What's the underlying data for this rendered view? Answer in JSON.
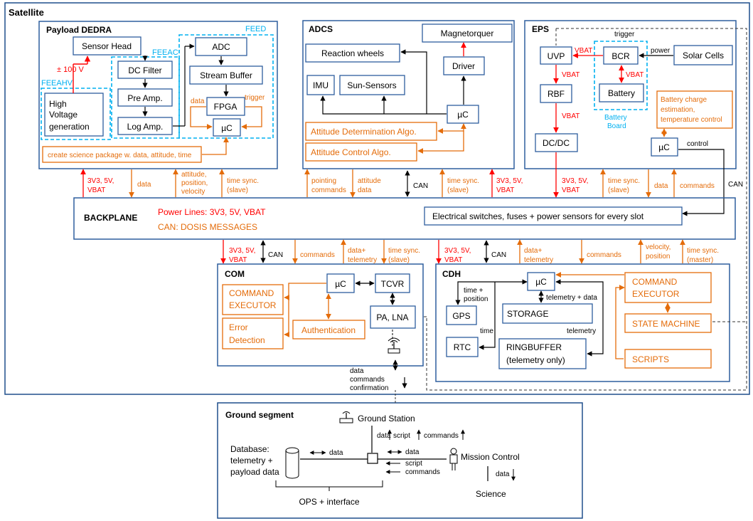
{
  "colors": {
    "frame": "#1f4e8c",
    "box": "#2e5e9e",
    "orange": "#e46c0a",
    "red": "#ff0000",
    "cyan": "#00b0f0",
    "black": "#000000"
  },
  "satellite": {
    "title": "Satellite"
  },
  "dedra": {
    "title": "Payload DEDRA",
    "feed": "FEED",
    "feeac": "FEEAC",
    "feeahv": "FEEAHV",
    "sensor_head": "Sensor Head",
    "hv_line1": "High",
    "hv_line2": "Voltage",
    "hv_line3": "generation",
    "hv_voltage": "± 100 V",
    "dc_filter": "DC Filter",
    "pre_amp": "Pre Amp.",
    "log_amp": "Log Amp.",
    "adc": "ADC",
    "stream_buffer": "Stream Buffer",
    "fpga": "FPGA",
    "uc": "µC",
    "data": "data",
    "trigger": "trigger",
    "science_package": "create science package w. data, attitude, time"
  },
  "adcs": {
    "title": "ADCS",
    "magnetorquer": "Magnetorquer",
    "reaction_wheels": "Reaction wheels",
    "driver": "Driver",
    "imu": "IMU",
    "sun_sensors": "Sun-Sensors",
    "uc": "µC",
    "determination": "Attitude Determination Algo.",
    "control": "Attitude Control Algo."
  },
  "eps": {
    "title": "EPS",
    "trigger": "trigger",
    "uvp": "UVP",
    "bcr": "BCR",
    "solar_cells": "Solar Cells",
    "power": "power",
    "vbat": "VBAT",
    "rbf": "RBF",
    "battery": "Battery",
    "battery_board_1": "Battery",
    "battery_board_2": "Board",
    "estimation_1": "Battery charge",
    "estimation_2": "estimation,",
    "estimation_3": "temperature control",
    "dcdc": "DC/DC",
    "uc": "µC",
    "control": "control"
  },
  "bus_labels_top": {
    "l1_1": "3V3, 5V,",
    "l1_2": "VBAT",
    "l2": "data",
    "l3_1": "attitude,",
    "l3_2": "position,",
    "l3_3": "velocity",
    "l4_1": "time sync.",
    "l4_2": "(slave)",
    "l5_1": "pointing",
    "l5_2": "commands",
    "l6_1": "attitude",
    "l6_2": "data",
    "l7": "CAN",
    "l8_1": "time sync.",
    "l8_2": "(slave)",
    "l9_1": "3V3, 5V,",
    "l9_2": "VBAT",
    "l10_1": "3V3, 5V,",
    "l10_2": "VBAT",
    "l11_1": "time sync.",
    "l11_2": "(slave)",
    "l12": "data",
    "l13": "commands",
    "l14": "CAN"
  },
  "backplane": {
    "title": "BACKPLANE",
    "power_lines": "Power Lines: 3V3, 5V, VBAT",
    "can": "CAN: DOSIS MESSAGES",
    "switches": "Electrical switches, fuses + power sensors for every slot"
  },
  "bus_labels_bottom": {
    "b1_1": "3V3, 5V,",
    "b1_2": "VBAT",
    "b2": "CAN",
    "b3": "commands",
    "b4_1": "data+",
    "b4_2": "telemetry",
    "b5_1": "time sync.",
    "b5_2": "(slave)",
    "b6_1": "3V3, 5V,",
    "b6_2": "VBAT",
    "b7": "CAN",
    "b8_1": "data+",
    "b8_2": "telemetry",
    "b9": "commands",
    "b10_1": "velocity,",
    "b10_2": "position",
    "b11_1": "time sync.",
    "b11_2": "(master)"
  },
  "com": {
    "title": "COM",
    "command_executor_1": "COMMAND",
    "command_executor_2": "EXECUTOR",
    "uc": "µC",
    "tcvr": "TCVR",
    "error_1": "Error",
    "error_2": "Detection",
    "authentication": "Authentication",
    "pa_lna": "PA, LNA",
    "data": "data",
    "commands": "commands",
    "confirmation": "confirmation"
  },
  "cdh": {
    "title": "CDH",
    "uc": "µC",
    "time_position_1": "time +",
    "time_position_2": "position",
    "gps": "GPS",
    "storage": "STORAGE",
    "telemetry_data": "telemetry + data",
    "time": "time",
    "telemetry": "telemetry",
    "rtc": "RTC",
    "ringbuffer_1": "RINGBUFFER",
    "ringbuffer_2": "(telemetry only)",
    "command_executor_1": "COMMAND",
    "command_executor_2": "EXECUTOR",
    "state_machine": "STATE MACHINE",
    "scripts": "SCRIPTS"
  },
  "ground": {
    "title": "Ground segment",
    "station": "Ground Station",
    "data": "data",
    "script": "script",
    "commands": "commands",
    "database_1": "Database:",
    "database_2": "telemetry +",
    "database_3": "payload data",
    "data2": "data",
    "data3": "data",
    "script2": "script",
    "commands2": "commands",
    "mission_control": "Mission Control",
    "data4": "data",
    "science": "Science",
    "ops": "OPS + interface"
  }
}
